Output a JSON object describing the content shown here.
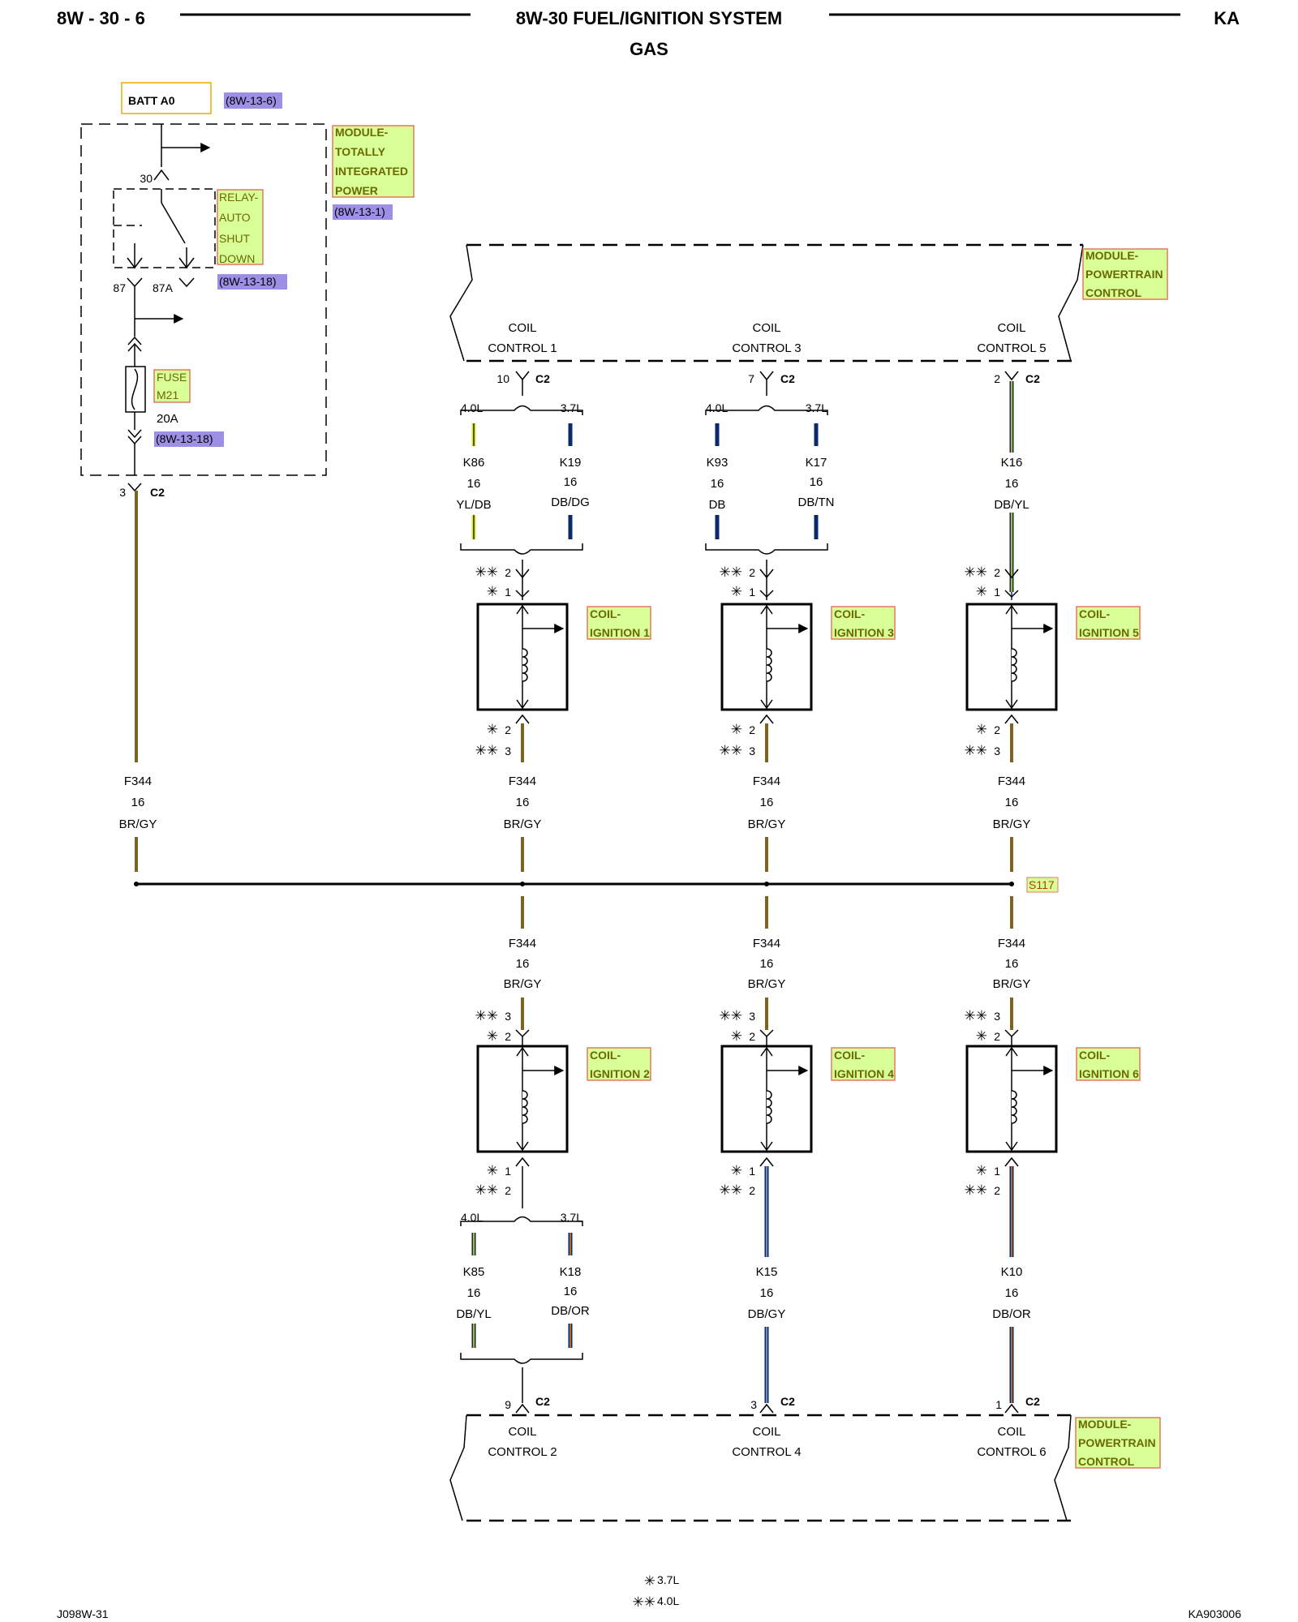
{
  "header": {
    "page_code": "8W - 30 - 6",
    "title": "8W-30 FUEL/IGNITION SYSTEM",
    "subtitle": "GAS",
    "model": "KA"
  },
  "footer": {
    "left_code": "J098W-31",
    "right_code": "KA903006",
    "legend": [
      {
        "symbol": "✳",
        "text": "3.7L"
      },
      {
        "symbol": "✳✳",
        "text": "4.0L"
      }
    ]
  },
  "power": {
    "batt": "BATT A0",
    "batt_ref": "(8W-13-6)",
    "tipm_label": [
      "MODULE-",
      "TOTALLY",
      "INTEGRATED",
      "POWER"
    ],
    "tipm_ref": "(8W-13-1)",
    "relay_label": [
      "RELAY-",
      "AUTO",
      "SHUT",
      "DOWN"
    ],
    "relay_ref": "(8W-13-18)",
    "pin30": "30",
    "pin87": "87",
    "pin87a": "87A",
    "fuse_label": [
      "FUSE",
      "M21"
    ],
    "fuse_rating": "20A",
    "fuse_ref": "(8W-13-18)",
    "out_pin": "3",
    "out_conn": "C2",
    "wire": {
      "circuit": "F344",
      "gauge": "16",
      "color": "BR/GY"
    }
  },
  "pcm_top": {
    "label": [
      "MODULE-",
      "POWERTRAIN",
      "CONTROL"
    ],
    "outputs": [
      {
        "name": [
          "COIL",
          "CONTROL 1"
        ],
        "pin": "10",
        "conn": "C2"
      },
      {
        "name": [
          "COIL",
          "CONTROL 3"
        ],
        "pin": "7",
        "conn": "C2"
      },
      {
        "name": [
          "COIL",
          "CONTROL 5"
        ],
        "pin": "2",
        "conn": "C2"
      }
    ]
  },
  "pcm_bottom": {
    "label": [
      "MODULE-",
      "POWERTRAIN",
      "CONTROL"
    ],
    "outputs": [
      {
        "name": [
          "COIL",
          "CONTROL 2"
        ],
        "pin": "9",
        "conn": "C2"
      },
      {
        "name": [
          "COIL",
          "CONTROL 4"
        ],
        "pin": "3",
        "conn": "C2"
      },
      {
        "name": [
          "COIL",
          "CONTROL 6"
        ],
        "pin": "1",
        "conn": "C2"
      }
    ]
  },
  "engine_options": {
    "left": "4.0L",
    "right": "3.7L"
  },
  "top_wires": [
    {
      "circuit": "K86",
      "gauge": "16",
      "color": "YL/DB"
    },
    {
      "circuit": "K19",
      "gauge": "16",
      "color": "DB/DG"
    },
    {
      "circuit": "K93",
      "gauge": "16",
      "color": "DB"
    },
    {
      "circuit": "K17",
      "gauge": "16",
      "color": "DB/TN"
    },
    {
      "circuit": "K16",
      "gauge": "16",
      "color": "DB/YL"
    }
  ],
  "bottom_wires": [
    {
      "circuit": "K85",
      "gauge": "16",
      "color": "DB/YL"
    },
    {
      "circuit": "K18",
      "gauge": "16",
      "color": "DB/OR"
    },
    {
      "circuit": "K15",
      "gauge": "16",
      "color": "DB/GY"
    },
    {
      "circuit": "K10",
      "gauge": "16",
      "color": "DB/OR"
    }
  ],
  "coils_top": [
    {
      "label": [
        "COIL-",
        "IGNITION 1"
      ]
    },
    {
      "label": [
        "COIL-",
        "IGNITION 3"
      ]
    },
    {
      "label": [
        "COIL-",
        "IGNITION 5"
      ]
    }
  ],
  "coils_bottom": [
    {
      "label": [
        "COIL-",
        "IGNITION 2"
      ]
    },
    {
      "label": [
        "COIL-",
        "IGNITION 4"
      ]
    },
    {
      "label": [
        "COIL-",
        "IGNITION 6"
      ]
    }
  ],
  "coil_pins": {
    "top_in": [
      {
        "sym": "✳✳",
        "pin": "2"
      },
      {
        "sym": "✳",
        "pin": "1"
      }
    ],
    "top_out": [
      {
        "sym": "✳",
        "pin": "2"
      },
      {
        "sym": "✳✳",
        "pin": "3"
      }
    ],
    "bottom_in": [
      {
        "sym": "✳✳",
        "pin": "3"
      },
      {
        "sym": "✳",
        "pin": "2"
      }
    ],
    "bottom_out": [
      {
        "sym": "✳",
        "pin": "1"
      },
      {
        "sym": "✳✳",
        "pin": "2"
      }
    ]
  },
  "feed_wire": {
    "circuit": "F344",
    "gauge": "16",
    "color": "BR/GY"
  },
  "splice": "S117",
  "colors": {
    "brown_gray": "#7a6420",
    "dark_blue": "#0a2a6a",
    "yellow": "#e8e800",
    "orange": "#e08020",
    "highlight": "#d9ff99",
    "highlight_border": "#e07a5f",
    "ref_bg": "#9d8ee6"
  }
}
